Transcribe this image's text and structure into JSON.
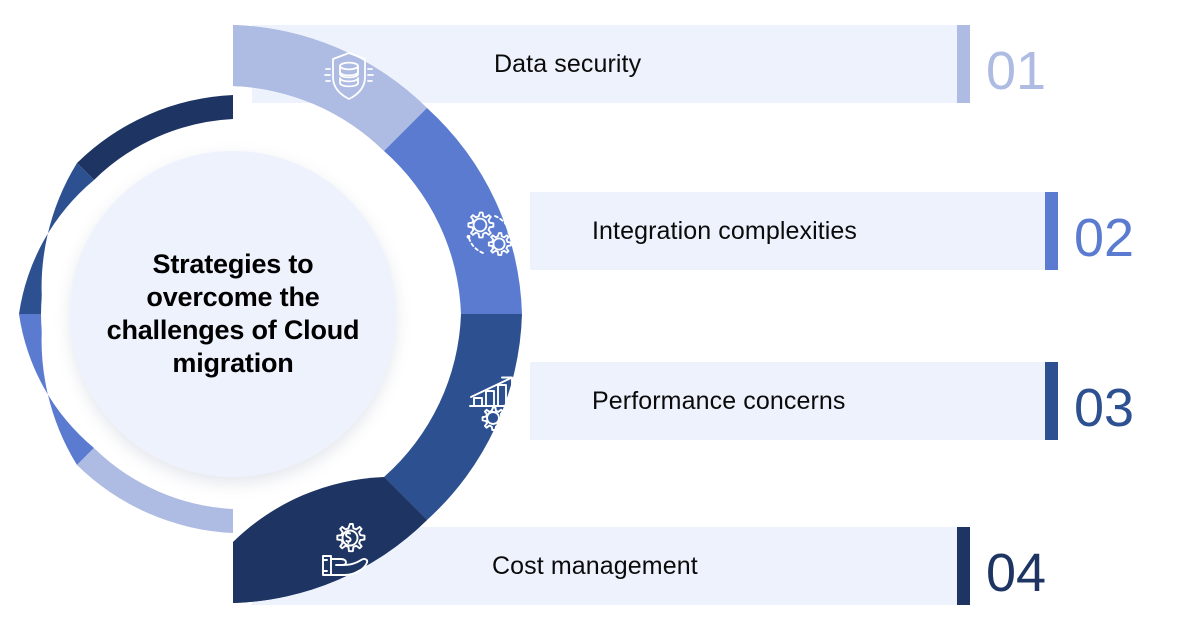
{
  "center": {
    "title": "Strategies to overcome the challenges of Cloud migration",
    "background_color": "#eef2fc"
  },
  "colors": {
    "segment_1": "#aebbe2",
    "segment_2": "#5a7bd0",
    "segment_3": "#2d5091",
    "segment_4": "#1e3563",
    "row_background": "#edf2fd",
    "page_background": "#ffffff",
    "label_text": "#0b0b0b",
    "icon_stroke": "#ffffff"
  },
  "items": [
    {
      "number": "01",
      "label": "Data security",
      "color": "#aebbe2",
      "icon": "shield-database-icon"
    },
    {
      "number": "02",
      "label": "Integration complexities",
      "color": "#5a7bd0",
      "icon": "gears-icon"
    },
    {
      "number": "03",
      "label": "Performance concerns",
      "color": "#2d5091",
      "icon": "bar-chart-gear-icon"
    },
    {
      "number": "04",
      "label": "Cost management",
      "color": "#1e3563",
      "icon": "hand-money-gear-icon"
    }
  ]
}
